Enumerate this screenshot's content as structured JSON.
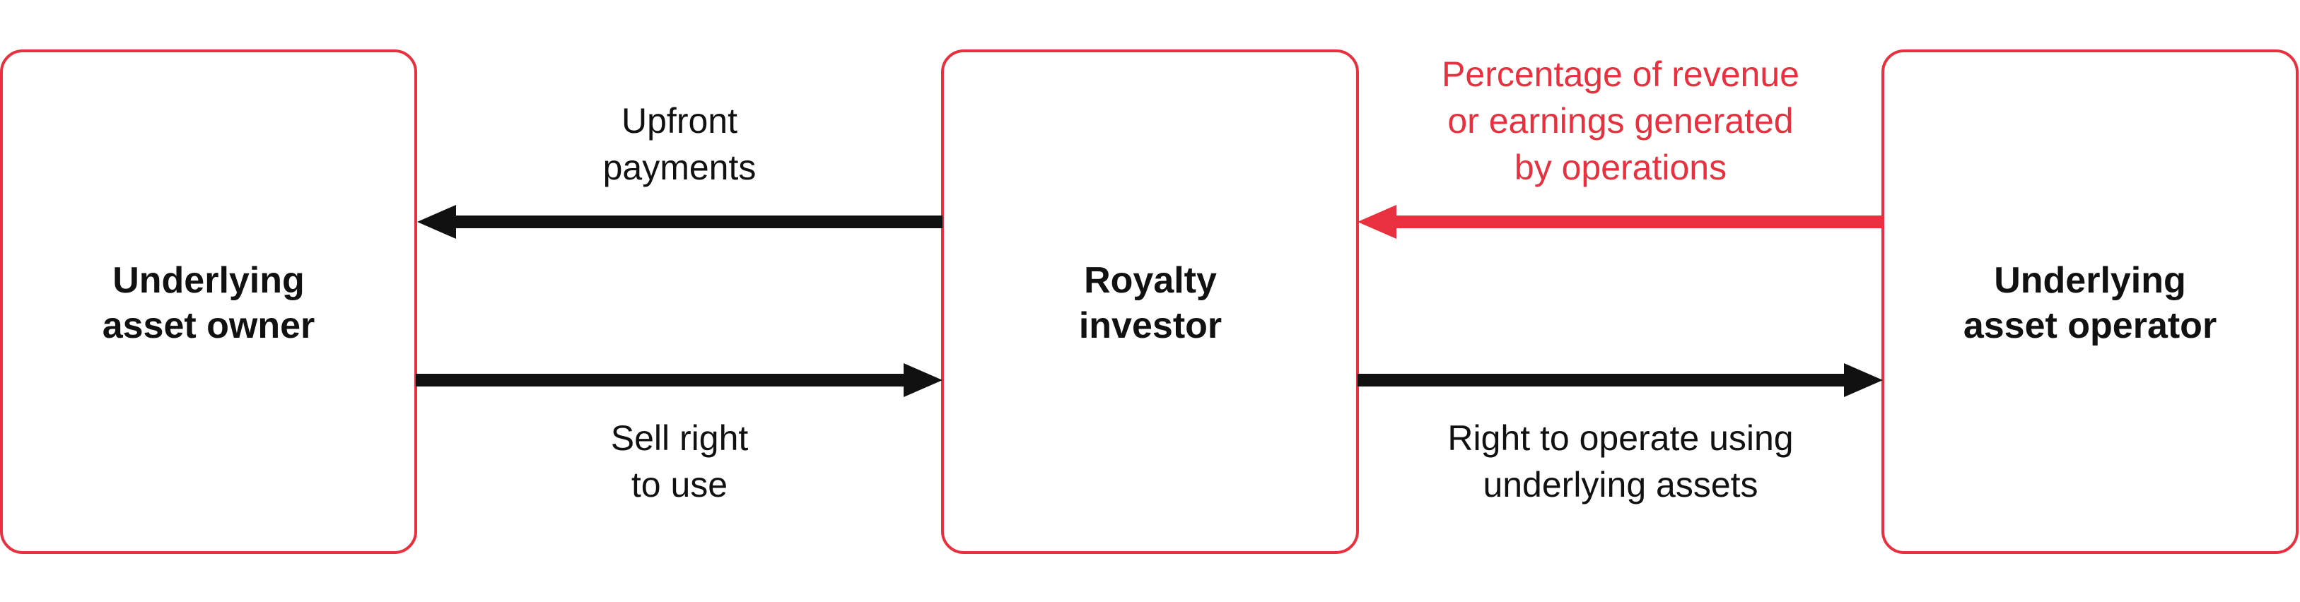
{
  "colors": {
    "box_border": "#e8303f",
    "arrow_dark": "#111111",
    "arrow_accent": "#e8303f",
    "text_dark": "#111111",
    "text_accent": "#e8303f"
  },
  "nodes": {
    "owner": {
      "line1": "Underlying",
      "line2": "asset owner"
    },
    "investor": {
      "line1": "Royalty",
      "line2": "investor"
    },
    "operator": {
      "line1": "Underlying",
      "line2": "asset operator"
    }
  },
  "edges": {
    "upfront": {
      "line1": "Upfront",
      "line2": "payments"
    },
    "sell": {
      "line1": "Sell right",
      "line2": "to use"
    },
    "revenue": {
      "line1": "Percentage of revenue",
      "line2": "or earnings generated",
      "line3": "by operations"
    },
    "operate": {
      "line1": "Right to operate using",
      "line2": "underlying assets"
    }
  }
}
